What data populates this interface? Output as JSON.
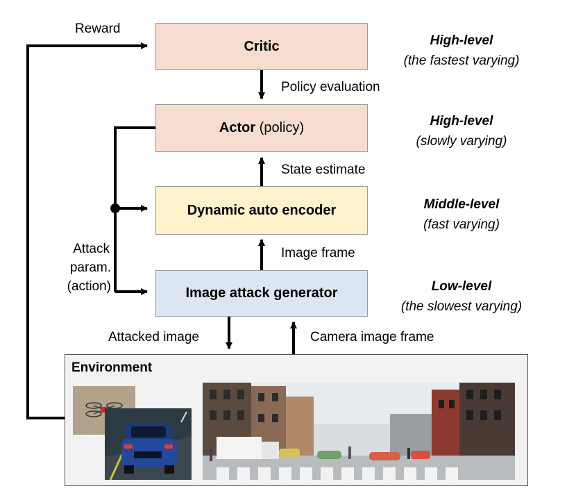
{
  "boxes": {
    "critic": "Critic",
    "actor_bold": "Actor",
    "actor_rest": " (policy)",
    "encoder": "Dynamic auto encoder",
    "generator": "Image attack generator",
    "environment": "Environment"
  },
  "edge_labels": {
    "reward": "Reward",
    "policy_evaluation": "Policy evaluation",
    "state_estimate": "State estimate",
    "image_frame": "Image frame",
    "attacked_image": "Attacked image",
    "camera_image_frame": "Camera image frame",
    "attack_param_1": "Attack",
    "attack_param_2": "param.",
    "attack_param_3": "(action)"
  },
  "levels": [
    {
      "level": "High-level",
      "desc": "(the fastest varying)"
    },
    {
      "level": "High-level",
      "desc": "(slowly varying)"
    },
    {
      "level": "Middle-level",
      "desc": "(fast varying)"
    },
    {
      "level": "Low-level",
      "desc": "(the slowest varying)"
    }
  ],
  "colors": {
    "critic_actor_fill": "#f6ddd0",
    "encoder_fill": "#fff2cc",
    "generator_fill": "#dce6f2",
    "environment_fill": "#f2f2f2"
  }
}
